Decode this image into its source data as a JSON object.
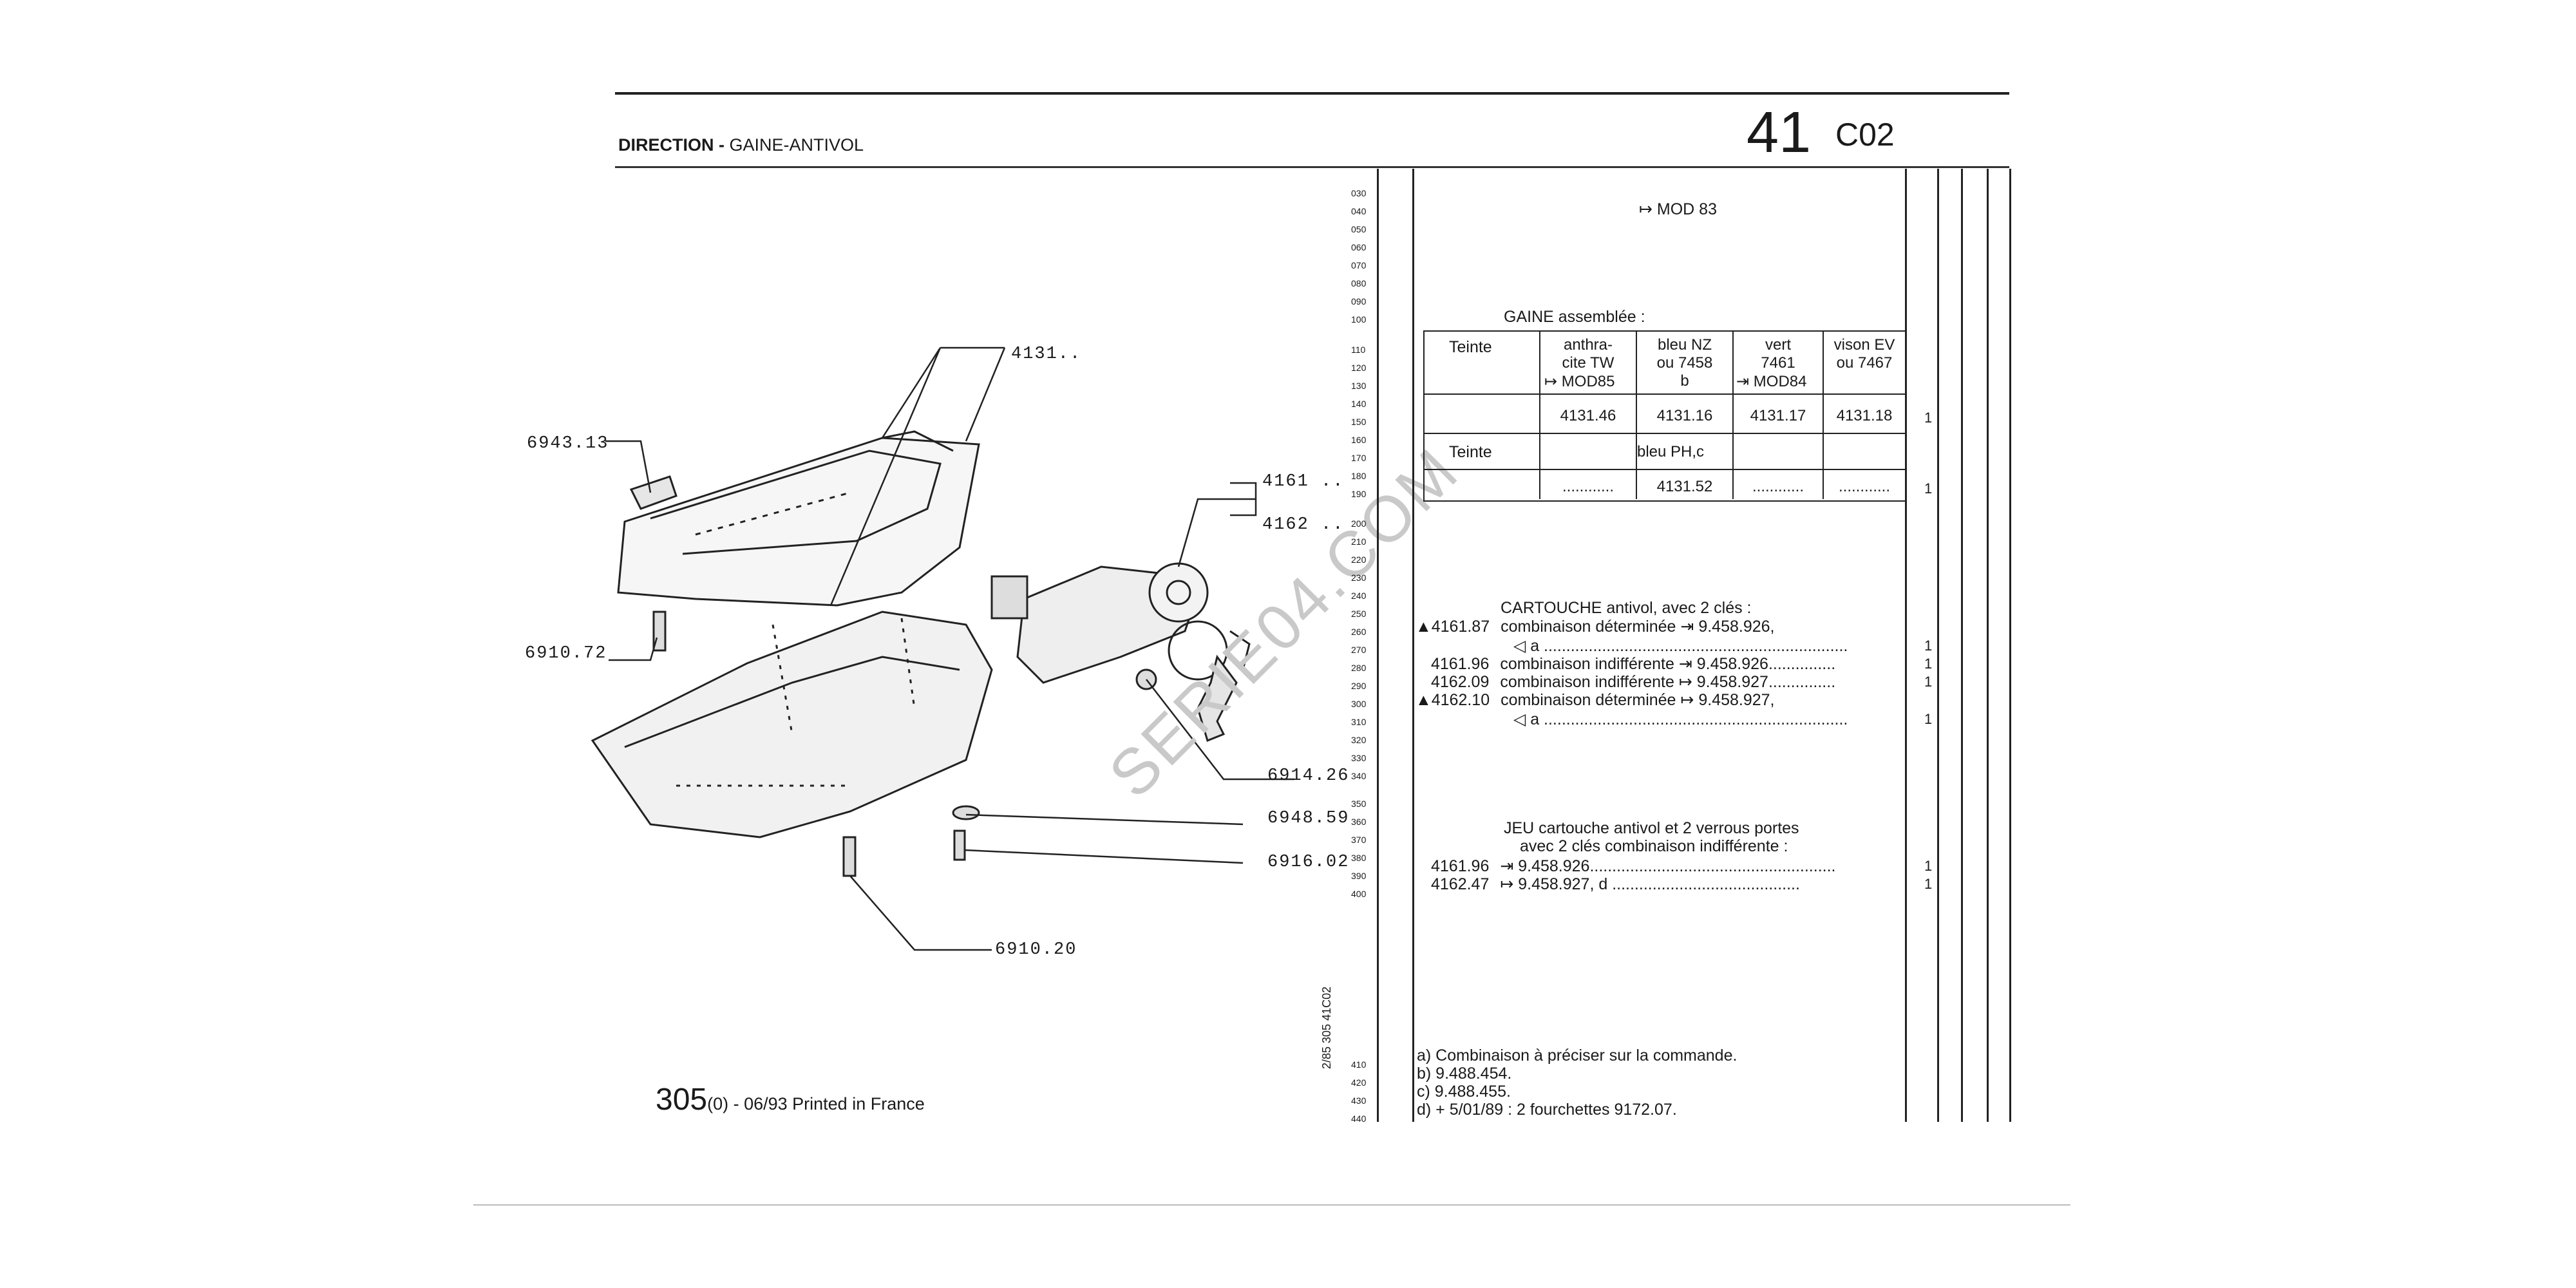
{
  "header": {
    "title_main": "DIRECTION",
    "title_sep": " - ",
    "title_sub": "GAINE-ANTIVOL",
    "section_number": "41",
    "section_code": "C02"
  },
  "footer": {
    "model": "305",
    "suffix": "(0) - 06/93 Printed in France"
  },
  "vertical_note": "2/85 305 41C02",
  "watermark": "SERIE04.COM",
  "diagram_refs": {
    "r4131": "4131..",
    "r6943": "6943.13",
    "r4161": "4161 ..",
    "r4162": "4162 ..",
    "r6910_72": "6910.72",
    "r6914": "6914.26",
    "r6948": "6948.59",
    "r6916": "6916.02",
    "r6910_20": "6910.20"
  },
  "line_numbers": [
    "030",
    "040",
    "050",
    "060",
    "070",
    "080",
    "090",
    "100",
    "110",
    "120",
    "130",
    "140",
    "150",
    "160",
    "170",
    "180",
    "190",
    "200",
    "210",
    "220",
    "230",
    "240",
    "250",
    "260",
    "270",
    "280",
    "290",
    "300",
    "310",
    "320",
    "330",
    "340",
    "350",
    "360",
    "370",
    "380",
    "390",
    "400",
    "410",
    "420",
    "430",
    "440"
  ],
  "catalog": {
    "mod_note": "MOD 83",
    "gaine_title": "GAINE assemblée :",
    "teinte": "Teinte",
    "col1": [
      "anthra-",
      "cite TW",
      "MOD85"
    ],
    "col2": [
      "bleu NZ",
      "ou 7458",
      "b"
    ],
    "col3": [
      "vert",
      "7461",
      "MOD84"
    ],
    "col4": [
      "vison EV",
      "ou 7467"
    ],
    "refs_row": [
      "4131.46",
      "4131.16",
      "4131.17",
      "4131.18"
    ],
    "refs_qty": "1",
    "teinte2": "Teinte",
    "bleu_ph": "bleu PH,c",
    "ref_152": "4131.52",
    "dots": "............",
    "qty_152": "1",
    "cartouche_title": "CARTOUCHE antivol, avec 2 clés :",
    "cartouche_rows": [
      {
        "ref": "4161.87",
        "text": "combinaison déterminée",
        "ref2": "9.458.926,",
        "qty": ""
      },
      {
        "ref": "",
        "text": "a ....................................................................",
        "ref2": "",
        "qty": "1"
      },
      {
        "ref": "4161.96",
        "text": "combinaison indifférente",
        "ref2": "9.458.926...............",
        "qty": "1"
      },
      {
        "ref": "4162.09",
        "text": "combinaison indifférente",
        "ref2": "9.458.927...............",
        "qty": "1"
      },
      {
        "ref": "4162.10",
        "text": "combinaison déterminée",
        "ref2": "9.458.927,",
        "qty": ""
      },
      {
        "ref": "",
        "text": "a ....................................................................",
        "ref2": "",
        "qty": "1"
      }
    ],
    "jeu_title": "JEU cartouche antivol et 2 verrous portes",
    "jeu_sub": "avec 2 clés combinaison indifférente :",
    "jeu_rows": [
      {
        "ref": "4161.96",
        "text": "9.458.926.......................................................",
        "qty": "1"
      },
      {
        "ref": "4162.47",
        "text": "9.458.927,    d ..........................................",
        "qty": "1"
      }
    ],
    "notes": [
      "a) Combinaison à préciser sur la commande.",
      "b)      9.488.454.",
      "c)      9.488.455.",
      "d)  +      5/01/89 : 2 fourchettes 9172.07."
    ]
  }
}
